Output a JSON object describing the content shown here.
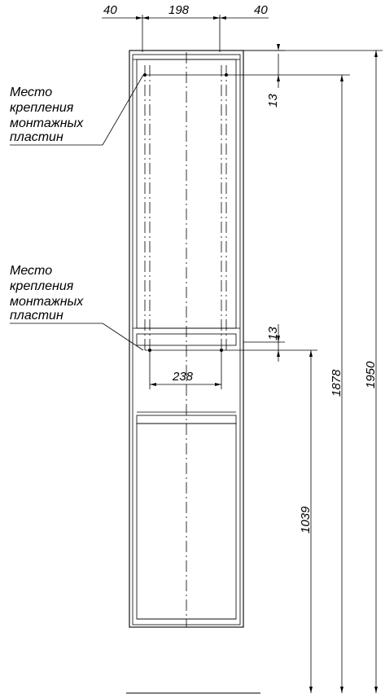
{
  "dimensions": {
    "top_left": "40",
    "top_middle": "198",
    "top_right": "40",
    "gap_upper": "13",
    "gap_lower": "13",
    "inner_width": "238",
    "height_mount": "1878",
    "height_total": "1950",
    "height_lower": "1039"
  },
  "labels": {
    "mount_upper": [
      "Место",
      "крепления",
      "монтажных",
      "пластин"
    ],
    "mount_lower": [
      "Место",
      "крепления",
      "монтажных",
      "пластин"
    ]
  }
}
